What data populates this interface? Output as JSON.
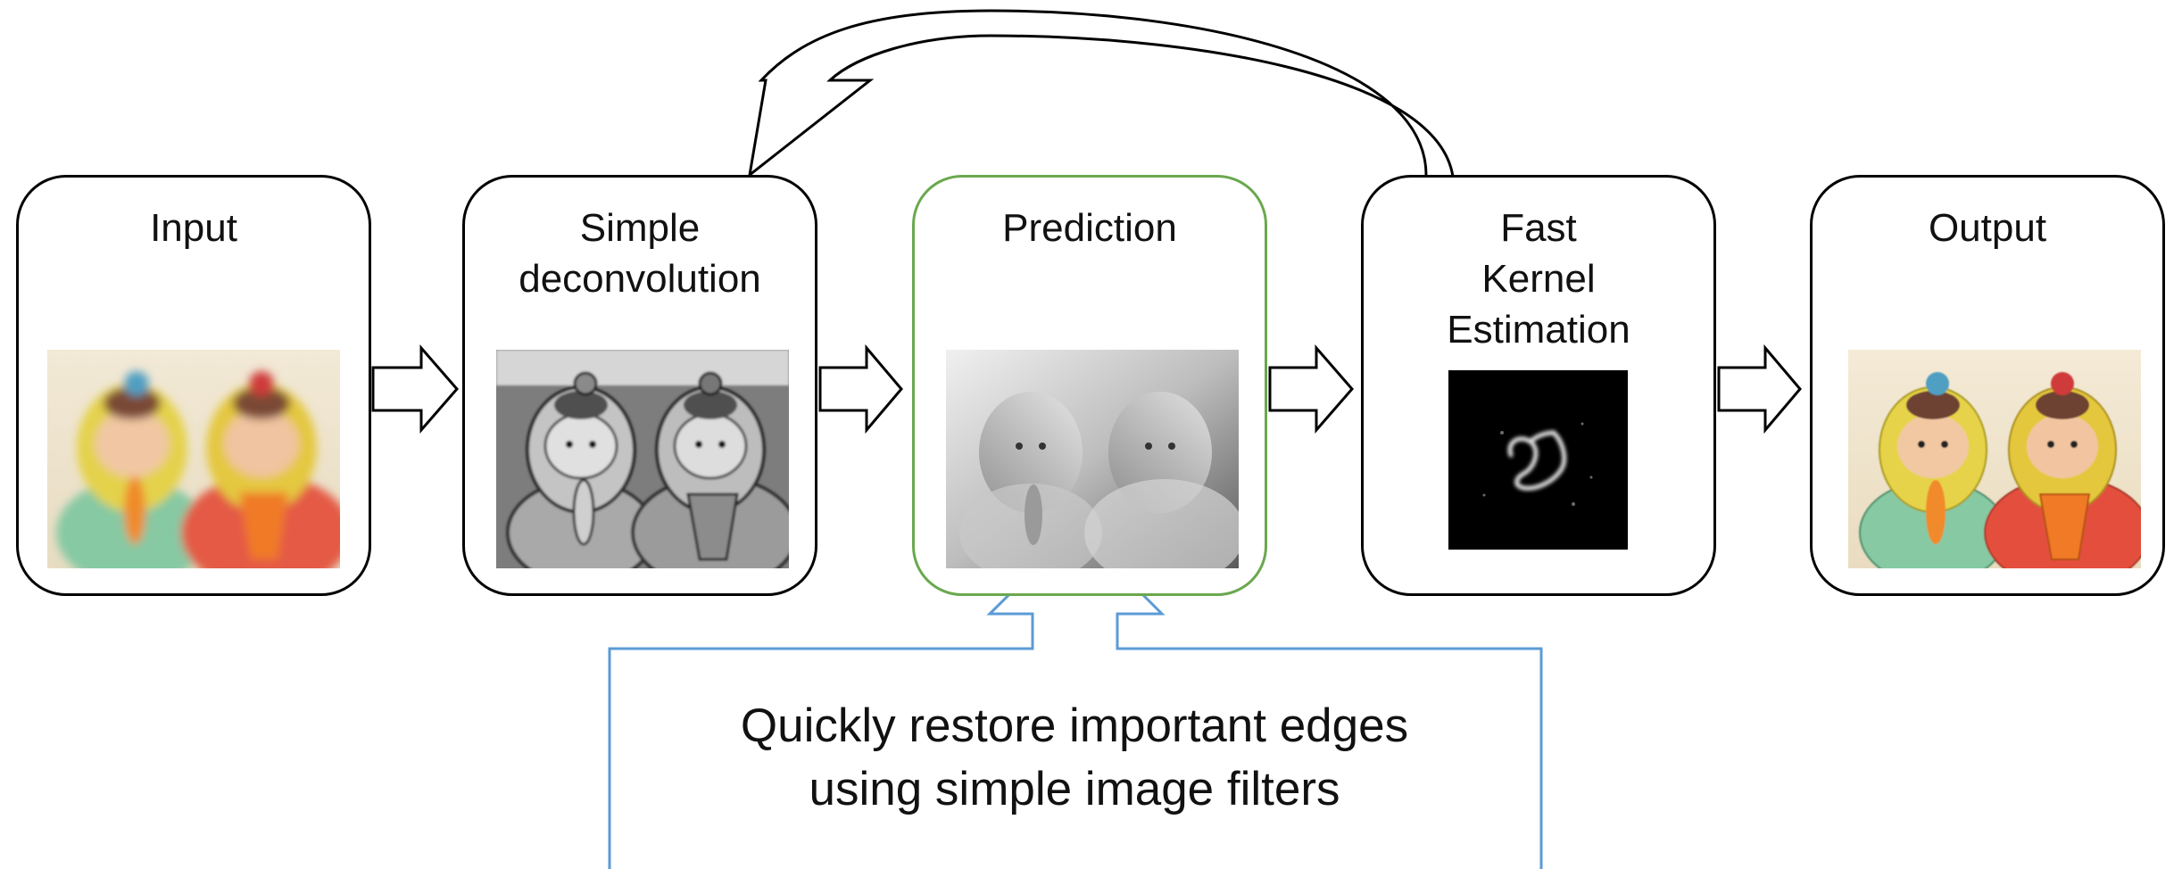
{
  "stages": [
    {
      "id": "input",
      "title": "Input"
    },
    {
      "id": "simple-deconvolution",
      "title": "Simple\ndeconvolution"
    },
    {
      "id": "prediction",
      "title": "Prediction"
    },
    {
      "id": "fast-kernel-estimation",
      "title": "Fast\nKernel\nEstimation"
    },
    {
      "id": "output",
      "title": "Output"
    }
  ],
  "callout": {
    "text": "Quickly restore important edges\nusing simple image filters"
  },
  "colors": {
    "box_border": "#000000",
    "prediction_border": "#6aa84f",
    "callout_border": "#5b9bd5"
  }
}
